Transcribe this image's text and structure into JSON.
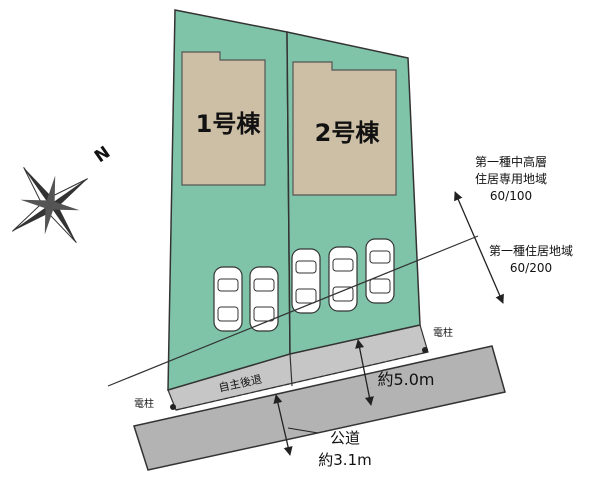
{
  "colors": {
    "lot": "#7fc4a8",
    "building": "#cdbfa6",
    "road": "#b3b3b3",
    "setback": "#c6c6c6",
    "line": "#333333"
  },
  "buildings": [
    {
      "label": "1号棟"
    },
    {
      "label": "2号棟"
    }
  ],
  "compass": {
    "north_label": "N"
  },
  "zones": {
    "upper": {
      "line1": "第一種中高層",
      "line2": "住居専用地域",
      "ratio": "60/100"
    },
    "lower": {
      "line1": "第一種住居地域",
      "ratio": "60/200"
    }
  },
  "road": {
    "label": "公道",
    "width": "約3.1m"
  },
  "setback": {
    "label": "自主後退",
    "depth": "約5.0m"
  },
  "poles": {
    "left": "電柱",
    "right": "電柱"
  }
}
